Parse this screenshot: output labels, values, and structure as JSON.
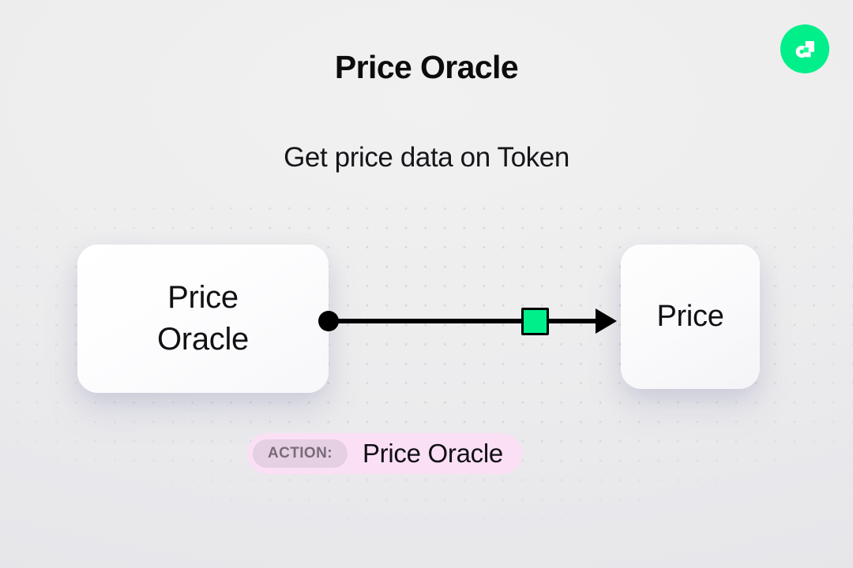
{
  "header": {
    "title": "Price Oracle",
    "subtitle": "Get price data on Token"
  },
  "brand": {
    "logo_icon": "flow-logo-icon",
    "logo_bg": "#00EF8B",
    "logo_mark": "#FFFFFF",
    "logo_accent": "#16FF99"
  },
  "diagram": {
    "source_node": {
      "label": "Price\nOracle",
      "line_1": "Price",
      "line_2": "Oracle"
    },
    "target_node": {
      "label": "Price"
    },
    "connector": {
      "start_dot_icon": "connector-start-dot-icon",
      "arrow_icon": "arrow-right-icon",
      "chip_icon": "connector-chip-icon",
      "chip_color": "#00EF8B",
      "line_color": "#000000"
    }
  },
  "action": {
    "tag_label": "ACTION:",
    "value": "Price Oracle",
    "bar_color": "#FBDFF5",
    "tag_color": "#E5CFE2",
    "tag_text_color": "#796B77"
  },
  "theme": {
    "background": "#EDEDEE",
    "dot_color": "#D9D9DD",
    "text_color": "#0C0C0C"
  }
}
